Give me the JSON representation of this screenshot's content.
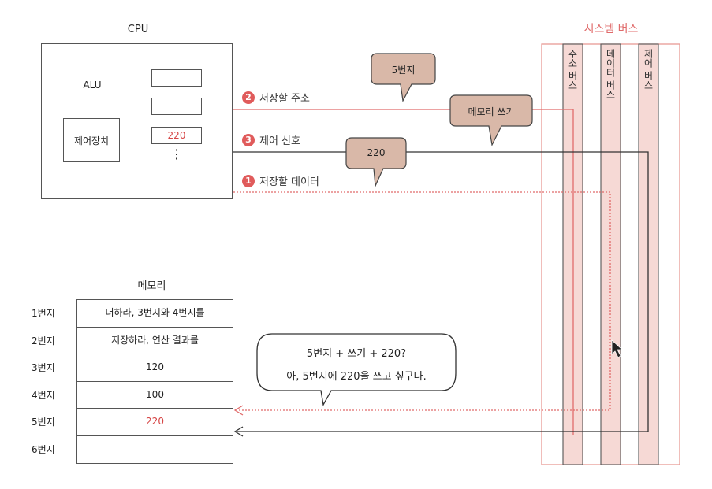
{
  "cpu": {
    "title": "CPU",
    "alu_label": "ALU",
    "control_unit_label": "제어장치",
    "register_value": "220",
    "ellipsis": "⋮"
  },
  "system_bus": {
    "title": "시스템 버스",
    "address_bus": "주소 버스",
    "data_bus": "데이터 버스",
    "control_bus": "제어 버스"
  },
  "steps": [
    {
      "num": "2",
      "label": "저장할 주소"
    },
    {
      "num": "3",
      "label": "제어 신호"
    },
    {
      "num": "1",
      "label": "저장할 데이터"
    }
  ],
  "bubbles": {
    "address": "5번지",
    "control": "메모리 쓰기",
    "data": "220",
    "speech_line1": "5번지 + 쓰기 + 220?",
    "speech_line2": "아, 5번지에 220을 쓰고 싶구나."
  },
  "memory": {
    "title": "메모리",
    "rows": [
      {
        "addr": "1번지",
        "value": "더하라, 3번지와 4번지를"
      },
      {
        "addr": "2번지",
        "value": "저장하라, 연산 결과를"
      },
      {
        "addr": "3번지",
        "value": "120"
      },
      {
        "addr": "4번지",
        "value": "100"
      },
      {
        "addr": "5번지",
        "value": "220"
      },
      {
        "addr": "6번지",
        "value": ""
      }
    ]
  },
  "colors": {
    "accent": "#e06b6b",
    "bubble_fill": "#d9b8a8",
    "bus_stripe": "#f6d9d5"
  }
}
